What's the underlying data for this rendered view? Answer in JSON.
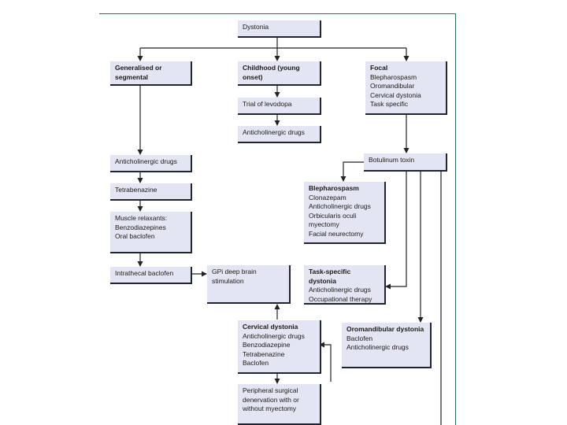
{
  "colors": {
    "box_fill": "#e3e6f2",
    "frame": "#2e6b4f",
    "line": "#222222"
  },
  "nodes": {
    "dystonia": {
      "title": "Dystonia",
      "lines": []
    },
    "generalised": {
      "title": "Generalised or segmental",
      "lines": []
    },
    "childhood": {
      "title": "Childhood (young onset)",
      "lines": []
    },
    "focal": {
      "title": "Focal",
      "lines": [
        "Blepharospasm",
        "Oromandibular",
        "Cervical dystonia",
        "Task specific"
      ]
    },
    "levodopa": {
      "title": "",
      "lines": [
        "Trial of levodopa"
      ]
    },
    "anticholinergic_child": {
      "title": "",
      "lines": [
        "Anticholinergic drugs"
      ]
    },
    "anticholinergic_gen": {
      "title": "",
      "lines": [
        "Anticholinergic drugs"
      ]
    },
    "botulinum": {
      "title": "",
      "lines": [
        "Botulinum toxin"
      ]
    },
    "tetrabenazine": {
      "title": "",
      "lines": [
        "Tetrabenazine"
      ]
    },
    "muscle_relaxants": {
      "title": "",
      "lines": [
        "Muscle relaxants:",
        "Benzodiazepines",
        "Oral baclofen"
      ]
    },
    "blepharospasm": {
      "title": "Blepharospasm",
      "lines": [
        "Clonazepam",
        "Anticholinergic drugs",
        "Orbicularis oculi",
        "myectomy",
        "Facial neurectomy"
      ]
    },
    "intrathecal": {
      "title": "",
      "lines": [
        "Intrathecal baclofen"
      ]
    },
    "gpi": {
      "title": "",
      "lines": [
        "GPi deep brain",
        "stimulation"
      ]
    },
    "task_specific": {
      "title": "Task-specific dystonia",
      "lines": [
        "Anticholinergic drugs",
        "Occupational therapy"
      ]
    },
    "cervical": {
      "title": "Cervical dystonia",
      "lines": [
        "Anticholinergic drugs",
        "Benzodiazepine",
        "Tetrabenazine",
        "Baclofen"
      ]
    },
    "oromandibular": {
      "title": "Oromandibular dystonia",
      "lines": [
        "Baclofen",
        "Anticholinergic drugs"
      ]
    },
    "peripheral": {
      "title": "",
      "lines": [
        "Peripheral surgical",
        "denervation with or",
        "without myectomy"
      ]
    }
  }
}
